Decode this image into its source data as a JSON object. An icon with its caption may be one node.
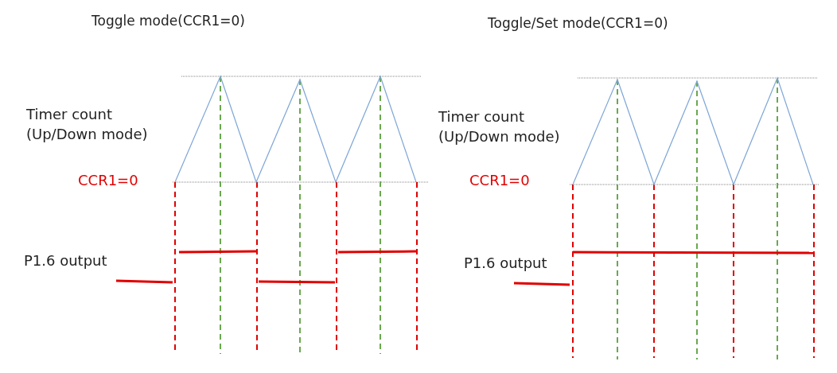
{
  "diagram": {
    "labels": [
      "Toggle mode(CCR1=0)",
      "Toggle/Set mode(CCR1=0)",
      "Timer count (Up/Down mode)",
      "Timer count (Up/Down mode)",
      "CCR1=0",
      "CCR1=0",
      "P1.6 output",
      "P1.6 output"
    ]
  }
}
